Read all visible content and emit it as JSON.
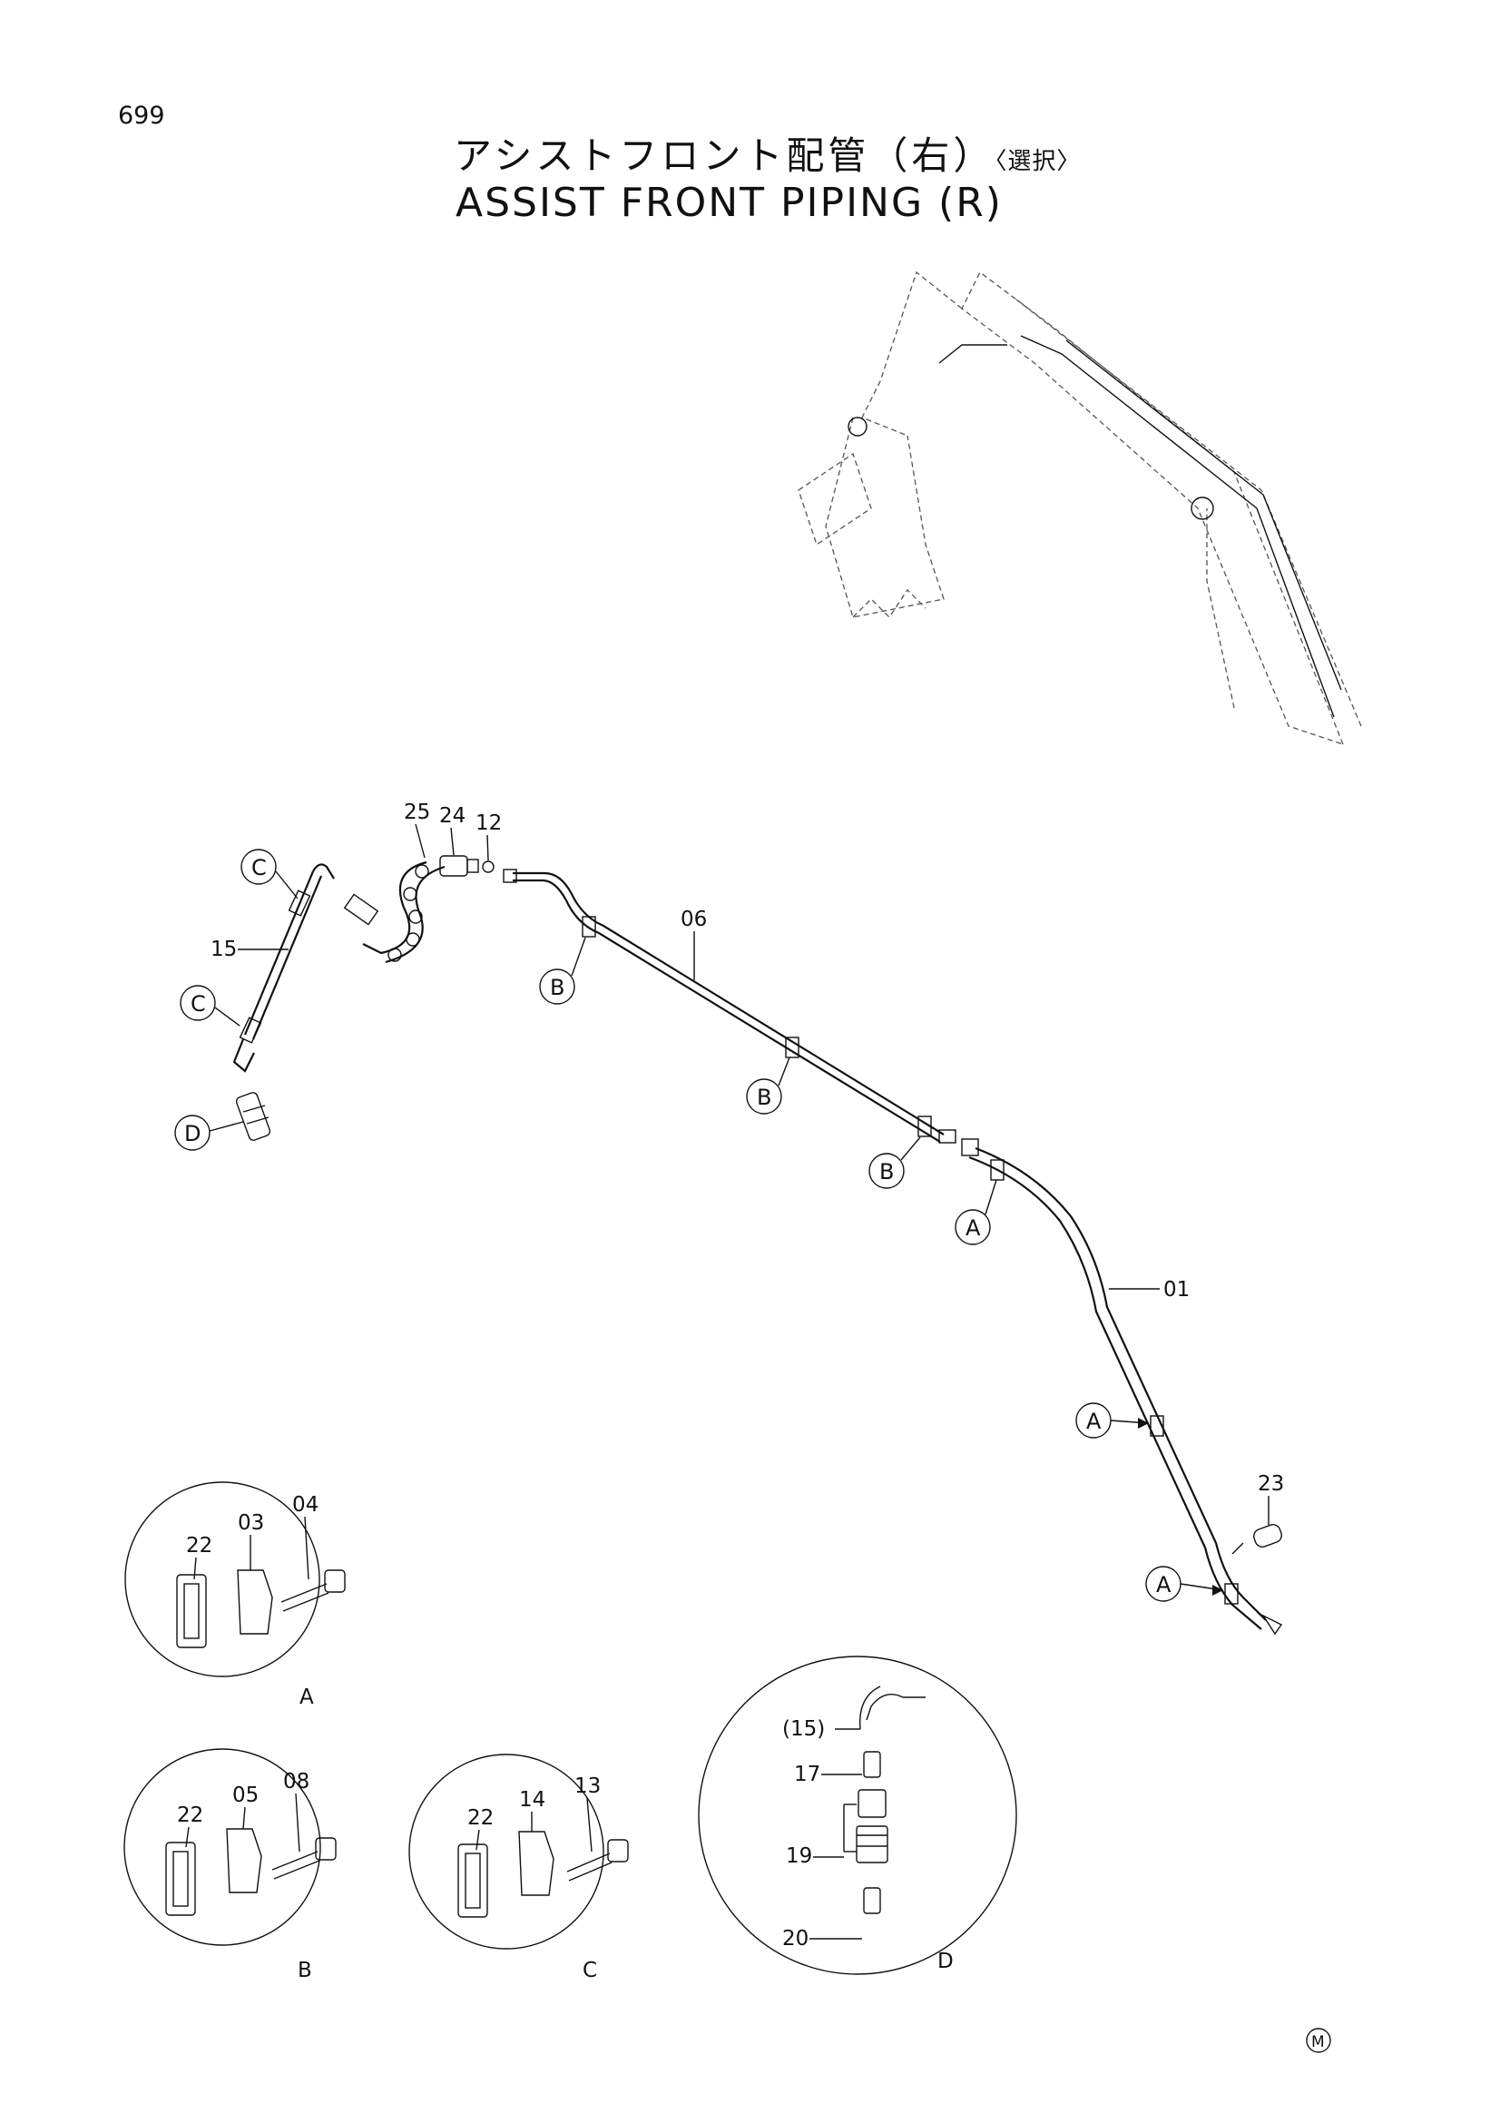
{
  "page": {
    "number": "699"
  },
  "title": {
    "ja": "アシストフロント配管（右）",
    "ja_option": "〈選択〉",
    "en": "ASSIST FRONT PIPING (R)"
  },
  "main_labels": {
    "p25": "25",
    "p24": "24",
    "p12": "12",
    "p15": "15",
    "p06": "06",
    "p01": "01",
    "p23": "23"
  },
  "callouts": {
    "C1": "C",
    "C2": "C",
    "D": "D",
    "B1": "B",
    "B2": "B",
    "B3": "B",
    "A1": "A",
    "A2": "A",
    "A3": "A"
  },
  "detail_A": {
    "name": "A",
    "parts": [
      "22",
      "03",
      "04"
    ]
  },
  "detail_B": {
    "name": "B",
    "parts": [
      "22",
      "05",
      "08"
    ]
  },
  "detail_C": {
    "name": "C",
    "parts": [
      "22",
      "14",
      "13"
    ]
  },
  "detail_D": {
    "name": "D",
    "parts": [
      "(15)",
      "17",
      "19",
      "20"
    ]
  },
  "footer_mark": "M"
}
